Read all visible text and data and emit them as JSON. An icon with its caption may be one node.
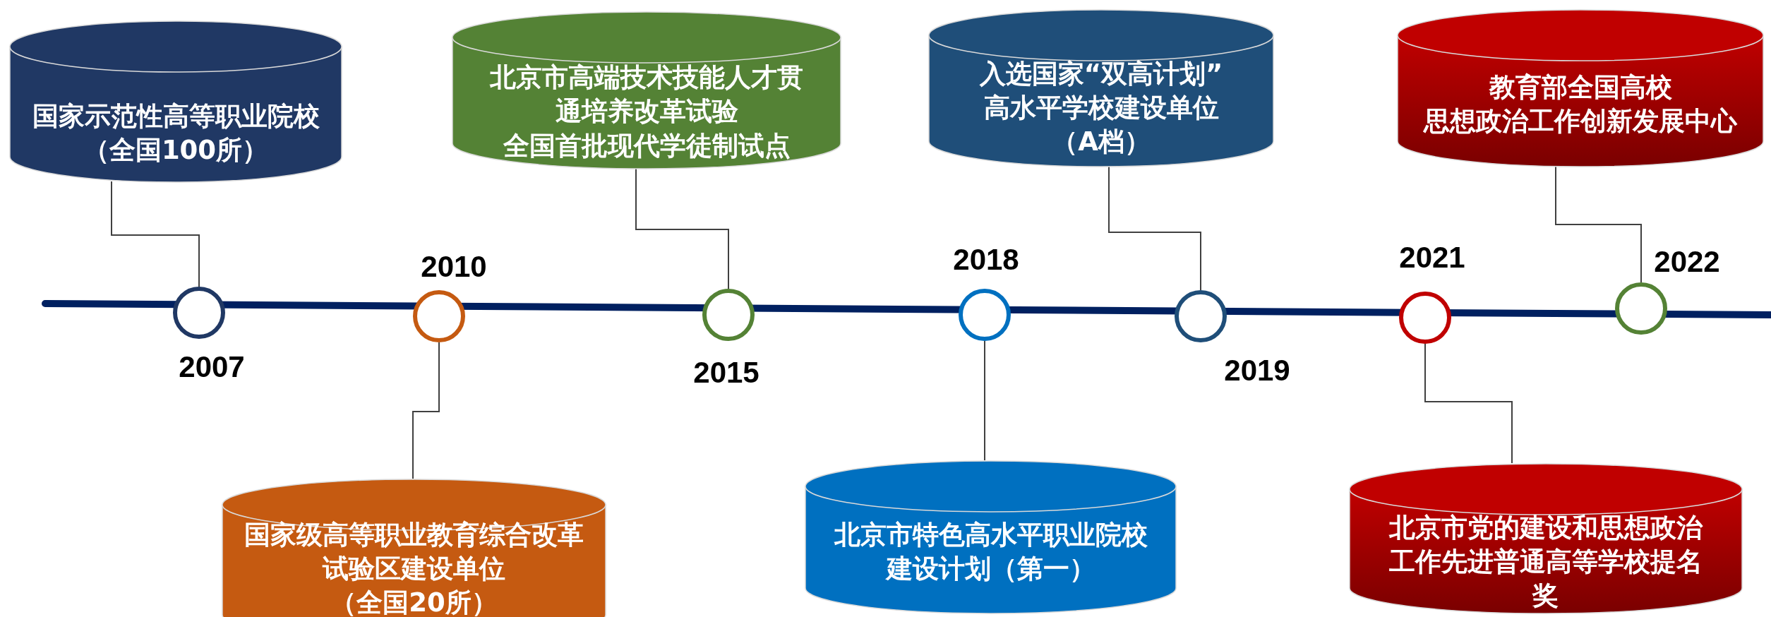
{
  "diagram": {
    "nodes": [
      {
        "text": [
          "国家示范性高等职业院校",
          "（全国100所）"
        ]
      },
      {
        "text": [
          "国家级高等职业教育综合改革试验区建设单位",
          "（全国20所）"
        ]
      },
      {
        "text": [
          "北京市高端技术技能人才贯通培养改革试验",
          "全国首批现代学徒制试点"
        ]
      },
      {
        "text": [
          "北京市特色高水平职业院校建设计划（第一）"
        ]
      },
      {
        "text": [
          "入选国家“双高计划”",
          "高水平学校建设单位",
          "（A档）"
        ]
      },
      {
        "text": [
          "北京市党的建设和思想政治工作先进普通高等学校提名奖"
        ]
      },
      {
        "text": [
          "教育部全国高校",
          "思想政治工作创新发展中心"
        ]
      },
      {
        "text": [],
        "shape": "circle",
        "beside": [
          "2007"
        ]
      },
      {
        "text": [],
        "shape": "circle",
        "beside": [
          "2010"
        ]
      },
      {
        "text": [],
        "shape": "circle",
        "beside": [
          "2015"
        ]
      },
      {
        "text": [],
        "shape": "circle",
        "beside": [
          "2018"
        ]
      },
      {
        "text": [],
        "shape": "circle",
        "beside": [
          "2019"
        ]
      },
      {
        "text": [],
        "shape": "circle",
        "beside": [
          "2021"
        ]
      },
      {
        "text": [],
        "shape": "circle",
        "beside": [
          "2022"
        ]
      }
    ],
    "edges": [
      {
        "from": 0,
        "to": 7,
        "arrow": "none"
      },
      {
        "from": 1,
        "to": 8,
        "arrow": "none"
      },
      {
        "from": 2,
        "to": 9,
        "arrow": "none"
      },
      {
        "from": 3,
        "to": 10,
        "arrow": "none"
      },
      {
        "from": 4,
        "to": 11,
        "arrow": "none"
      },
      {
        "from": 5,
        "to": 12,
        "arrow": "none"
      },
      {
        "from": 6,
        "to": 13,
        "arrow": "none"
      }
    ]
  }
}
